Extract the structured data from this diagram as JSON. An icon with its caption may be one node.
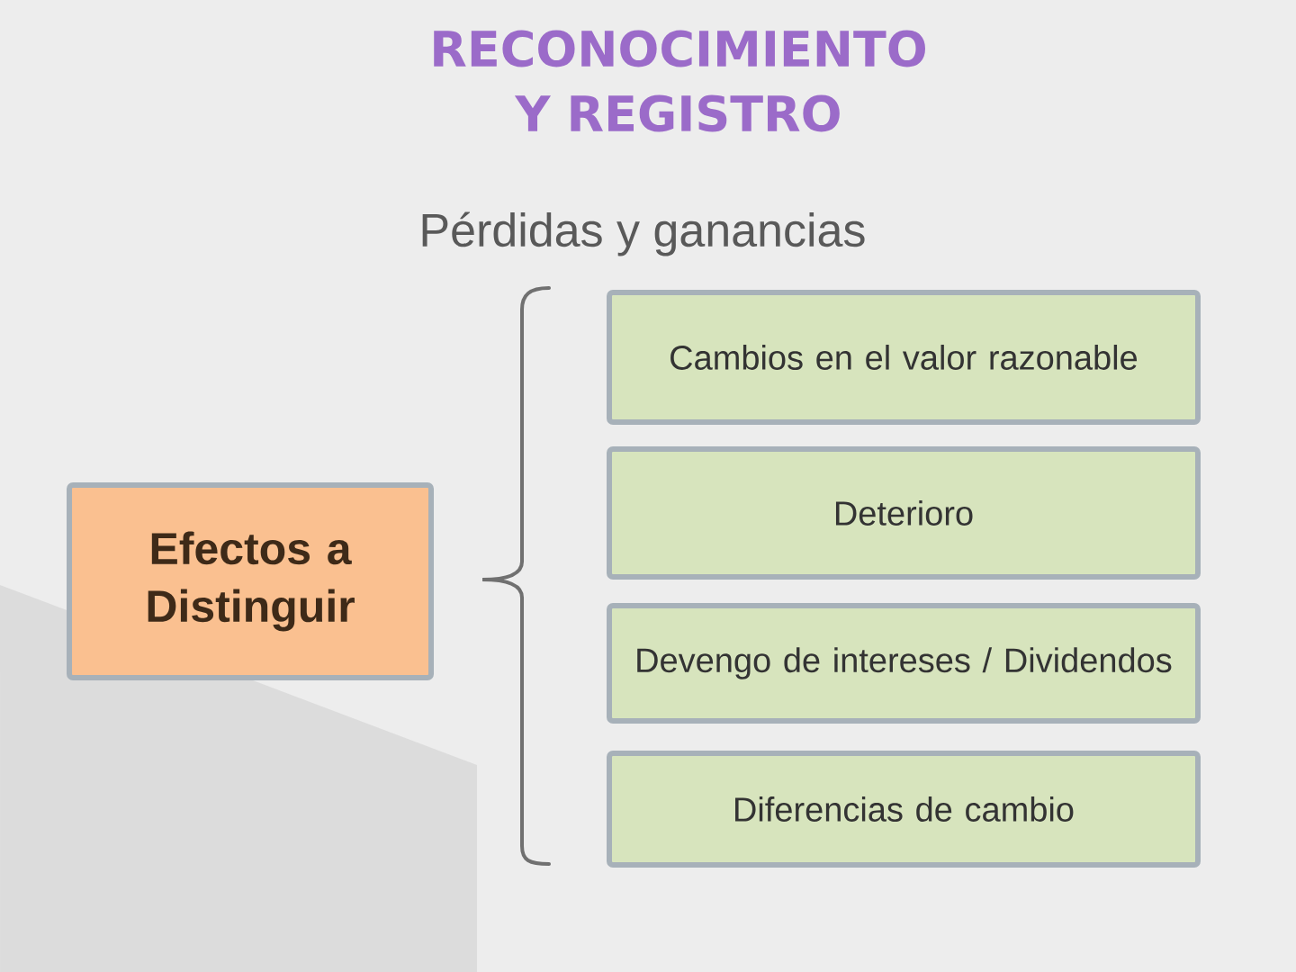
{
  "diagram": {
    "title": "RECONOCIMIENTO Y REGISTRO",
    "nodes": [
      {
        "text": [
          "Efectos a Distinguir"
        ]
      },
      {
        "text": [
          "Cambios en el valor razonable"
        ]
      },
      {
        "text": [
          "Deterioro"
        ]
      },
      {
        "text": [
          "Devengo de intereses / Dividendos"
        ]
      },
      {
        "text": [
          "Diferencias de cambio"
        ]
      }
    ],
    "labels": [
      "Pérdidas y ganancias"
    ]
  }
}
